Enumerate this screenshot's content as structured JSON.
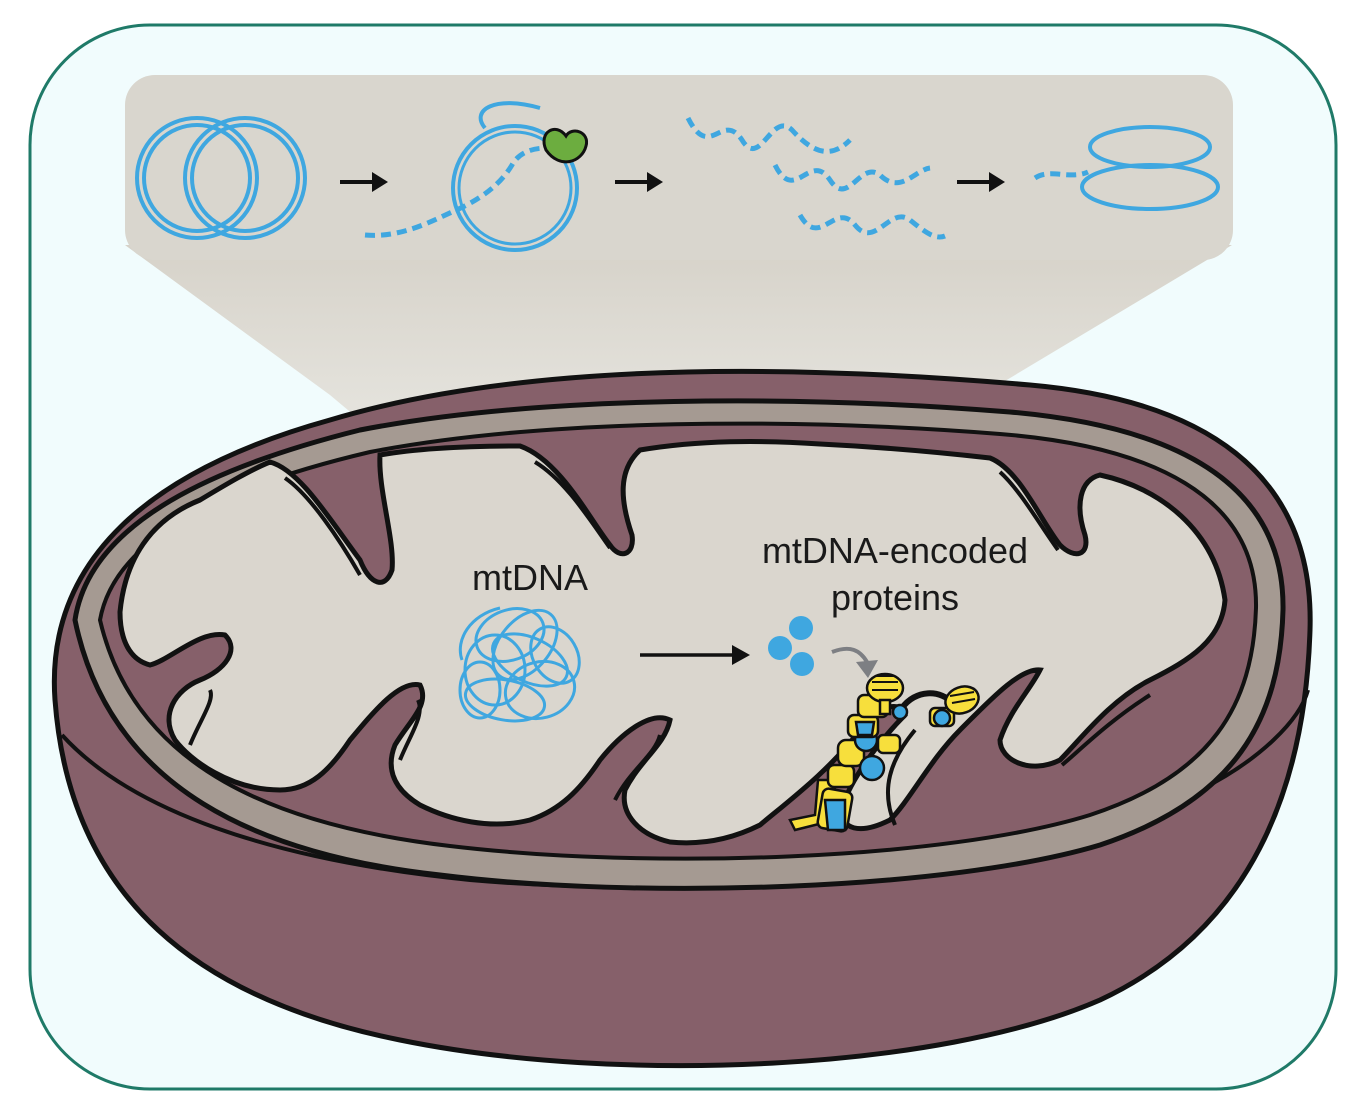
{
  "labels": {
    "mtdna": "mtDNA",
    "proteins_line1": "mtDNA-encoded",
    "proteins_line2": "proteins"
  },
  "colors": {
    "frame_border": "#1f7a68",
    "frame_fill": "#f1fcfd",
    "panel_fill": "#d9d6ce",
    "membrane_maroon": "#86606a",
    "intermembrane_grey": "#a59a92",
    "matrix_fill": "#dad6ce",
    "dna_blue": "#3fa7e0",
    "enzyme_green": "#6cad3f",
    "complex_yellow": "#f7df3c",
    "outline": "#111111"
  },
  "icons": {
    "replication_steps": [
      "catenated-circles-icon",
      "replicating-circle-icon",
      "linear-fragments-icon",
      "deleted-circle-icon"
    ],
    "enzyme": "enzyme-blob-icon",
    "nucleoid": "mtdna-tangle-icon",
    "proteins": "protein-dots-icon",
    "atp_synthase": "atp-synthase-icon"
  }
}
